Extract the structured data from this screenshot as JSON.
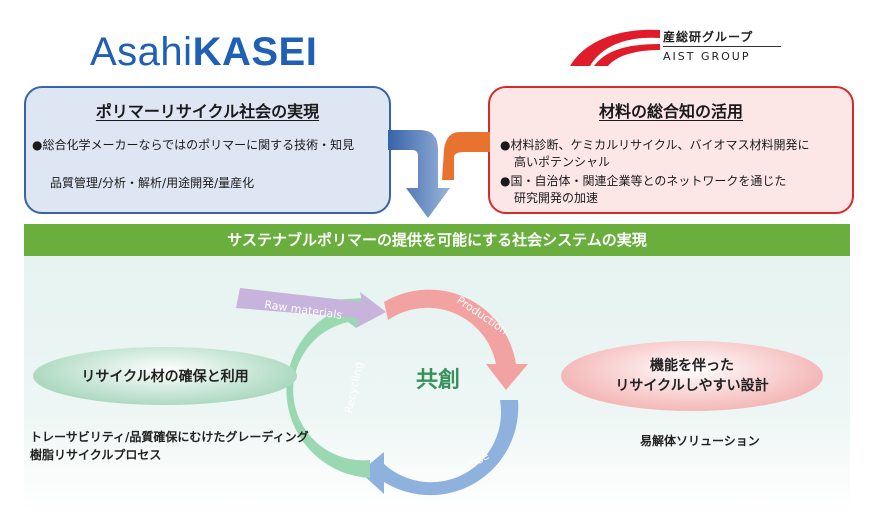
{
  "logos": {
    "asahi_prefix": "Asahi",
    "asahi_bold": "KASEI",
    "aist_jp": "産総研グループ",
    "aist_en": "AIST GROUP"
  },
  "left_box": {
    "title": "ポリマーリサイクル社会の実現",
    "line1": "●総合化学メーカーならではのポリマーに関する技術・知見",
    "line2": "品質管理/分析・解析/用途開発/量産化"
  },
  "right_box": {
    "title": "材料の総合知の活用",
    "line1": "●材料診断、ケミカルリサイクル、バイオマス材料開発に",
    "line2": "高いポテンシャル",
    "line3": "●国・自治体・関連企業等とのネットワークを通じた",
    "line4": "研究開発の加速"
  },
  "banner": "サステナブルポリマーの提供を可能にする社会システムの実現",
  "cycle": {
    "raw_materials": "Raw materials",
    "production": "Production",
    "use": "Use",
    "recycling": "Recycling",
    "center": "共創"
  },
  "left_ellipse": "リサイクル材の確保と利用",
  "left_note": {
    "line1": "トレーサビリティ/品質確保にむけたグレーディング",
    "line2": "樹脂リサイクルプロセス"
  },
  "right_ellipse": {
    "line1": "機能を伴った",
    "line2": "リサイクルしやすい設計"
  },
  "right_note": "易解体ソリューション",
  "colors": {
    "blue": "#3763a8",
    "red": "#d62b2b",
    "green_banner": "#6aaf3d",
    "cycle_pink": "#f3a2a2",
    "cycle_blue": "#8eb2dd",
    "cycle_green": "#9ad8b2",
    "raw_purple": "#c8b3dc",
    "orange_arrow": "#e8732e"
  }
}
